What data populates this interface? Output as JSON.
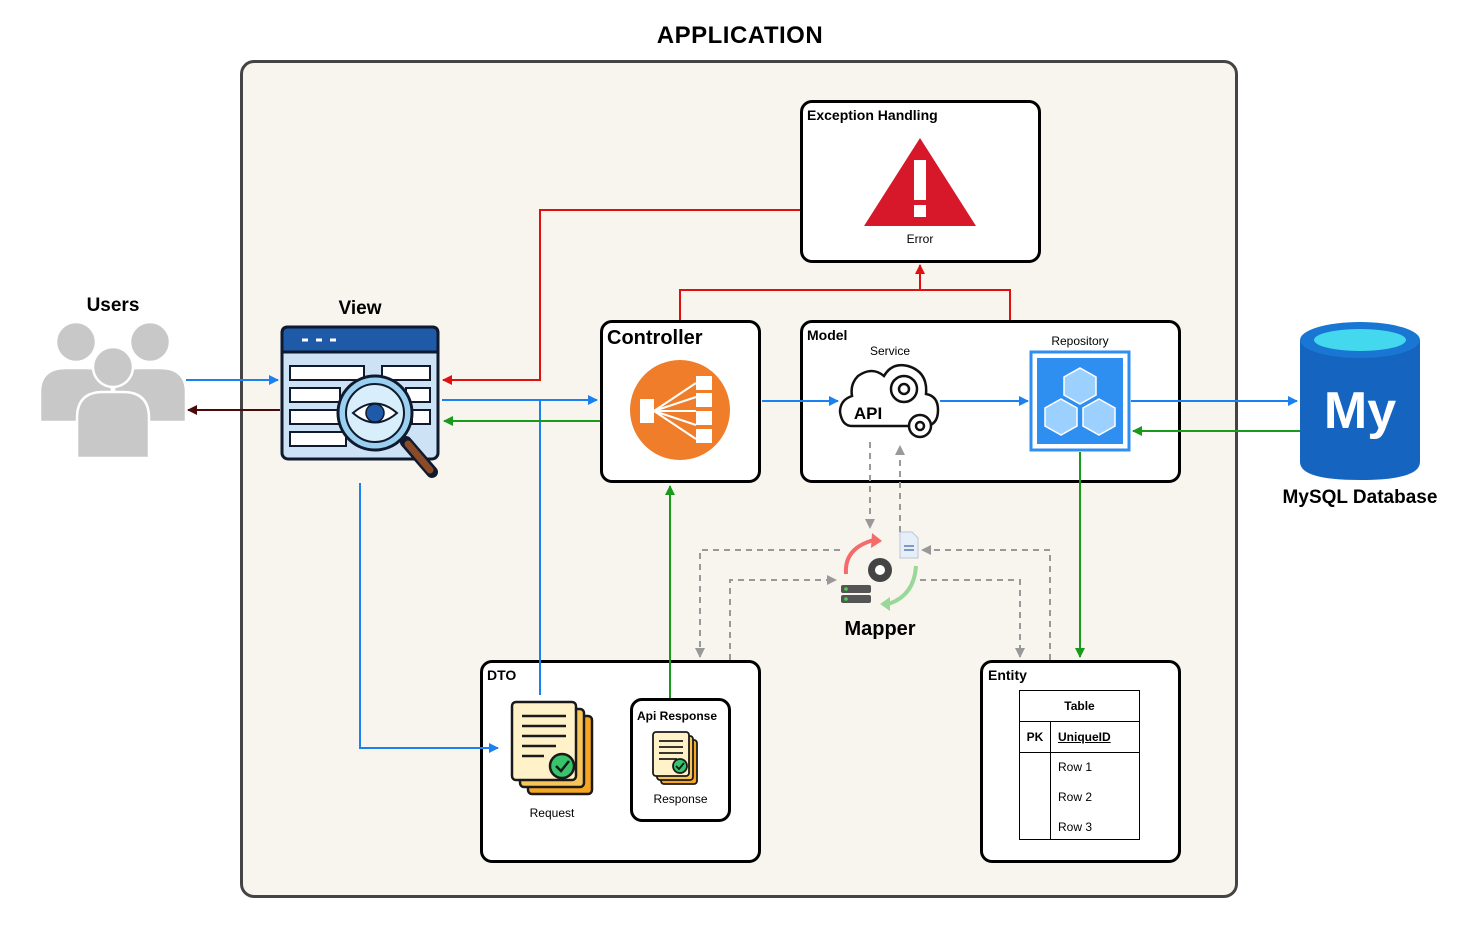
{
  "title": "APPLICATION",
  "users": {
    "label": "Users"
  },
  "view": {
    "label": "View"
  },
  "controller": {
    "label": "Controller"
  },
  "model": {
    "label": "Model",
    "service_label": "Service",
    "repository_label": "Repository",
    "api_text": "API"
  },
  "exception": {
    "label": "Exception Handling",
    "error_label": "Error"
  },
  "mapper": {
    "label": "Mapper"
  },
  "dto": {
    "label": "DTO",
    "request_label": "Request",
    "api_response_label": "Api Response",
    "response_label": "Response"
  },
  "entity": {
    "label": "Entity",
    "table": {
      "header": "Table",
      "pk_label": "PK",
      "pk_field": "UniqueID",
      "rows": [
        "Row 1",
        "Row 2",
        "Row 3"
      ]
    }
  },
  "database": {
    "label": "MySQL Database",
    "logo_text": "My"
  },
  "colors": {
    "request_flow": "#1a82f0",
    "response_flow": "#1a9a1a",
    "error_flow": "#e01010",
    "mapper_flow": "#999999",
    "return_to_user": "#4a0a0a",
    "controller_icon": "#f07d2a",
    "repository_icon": "#2f8ff0",
    "database_icon": "#1565c0",
    "alert_icon": "#d7182a"
  }
}
